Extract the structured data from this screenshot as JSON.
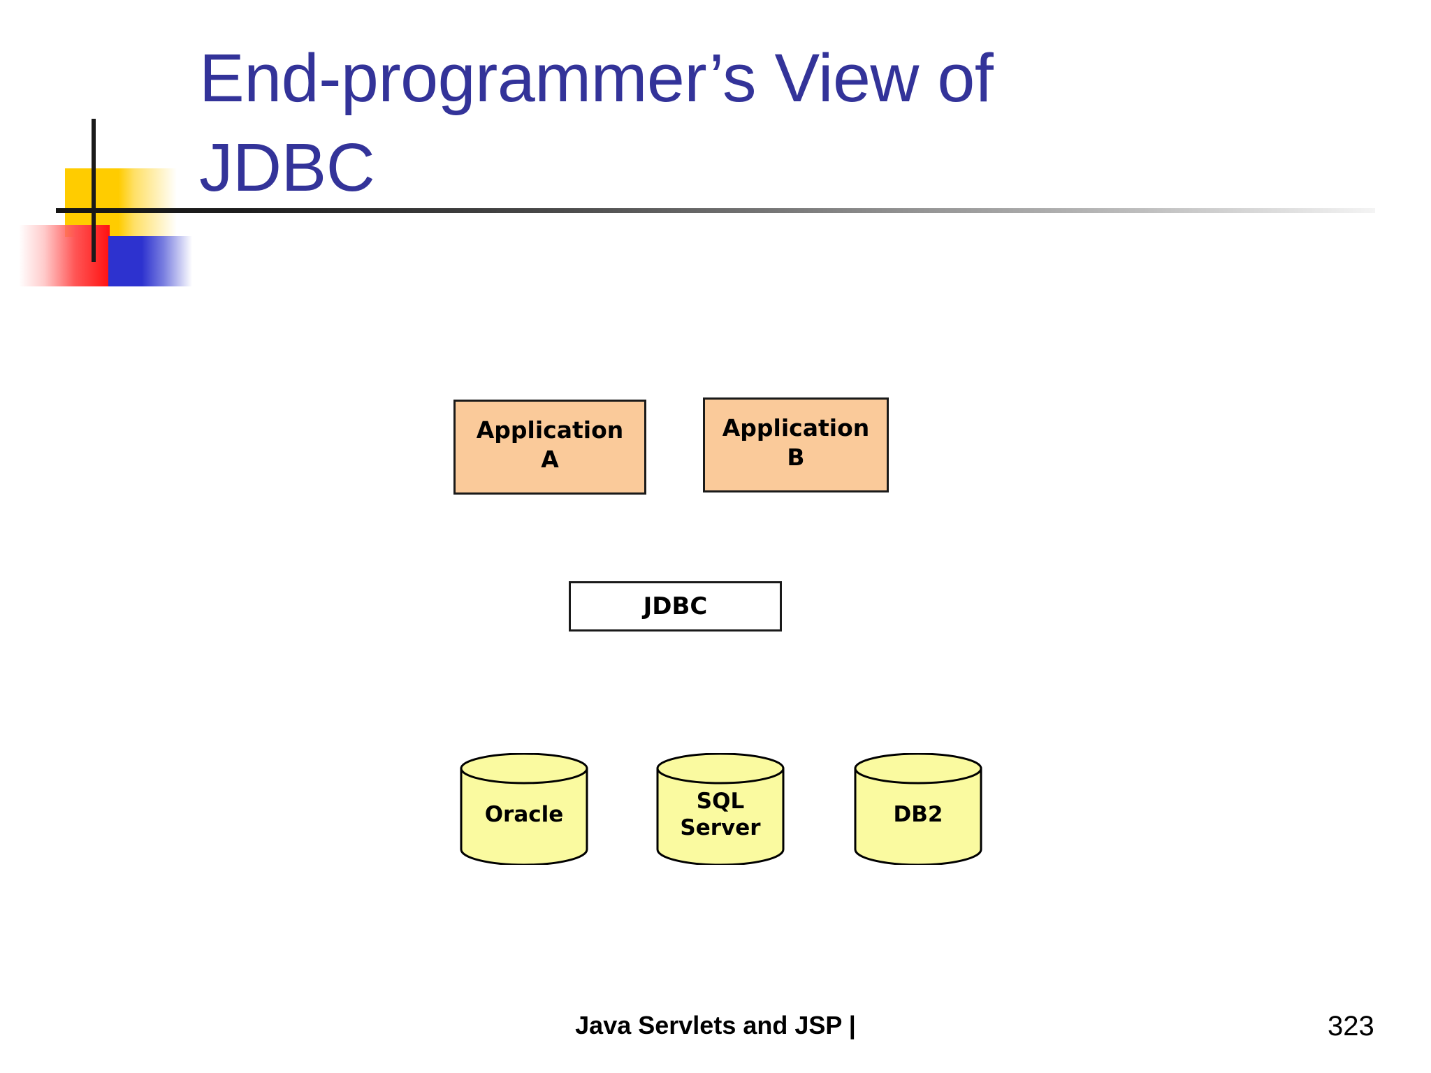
{
  "slide": {
    "title": "End-programmer’s View of\nJDBC",
    "title_color": "#333399",
    "background_color": "#ffffff"
  },
  "logo": {
    "yellow_color": "#FFCC00",
    "red_color": "#FF1111",
    "blue_color": "#2D32CF",
    "rule_color": "#1a1a1a"
  },
  "diagram": {
    "applications": [
      {
        "id": "app-a",
        "label": "Application\nA",
        "fill": "#FACA9A",
        "stroke": "#1a1a1a"
      },
      {
        "id": "app-b",
        "label": "Application\nB",
        "fill": "#FACA9A",
        "stroke": "#1a1a1a"
      }
    ],
    "middleware": {
      "id": "jdbc",
      "label": "JDBC",
      "fill": "#ffffff",
      "stroke": "#1a1a1a"
    },
    "databases": [
      {
        "id": "oracle",
        "label": "Oracle",
        "fill": "#FAFAA0",
        "stroke": "#000000"
      },
      {
        "id": "sqlserver",
        "label": "SQL\nServer",
        "fill": "#FAFAA0",
        "stroke": "#000000"
      },
      {
        "id": "db2",
        "label": "DB2",
        "fill": "#FAFAA0",
        "stroke": "#000000"
      }
    ]
  },
  "footer": {
    "text": "Java Servlets and JSP |",
    "page_number": "323"
  }
}
